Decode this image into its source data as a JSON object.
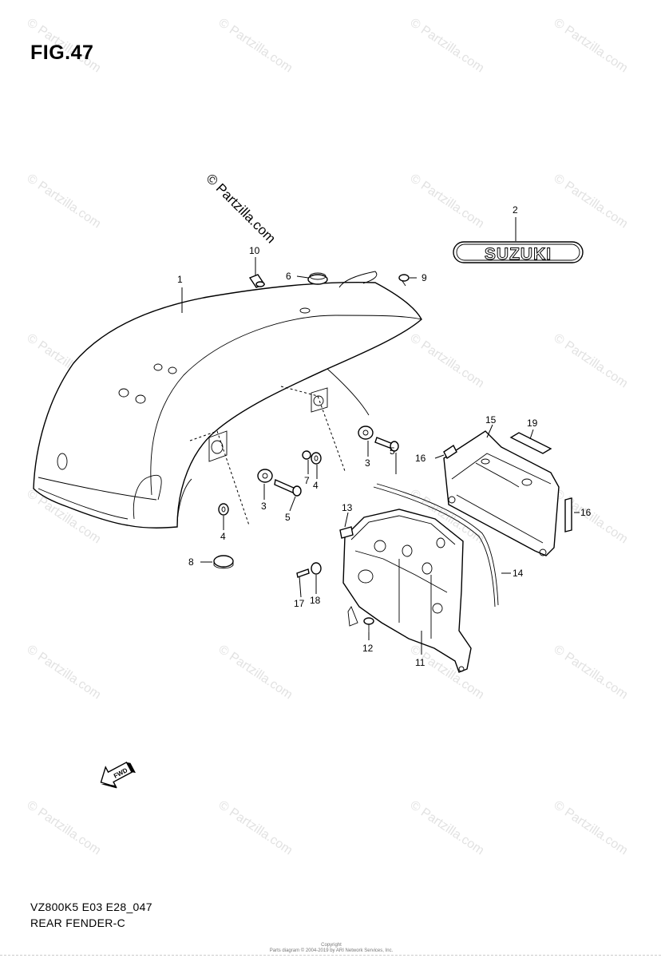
{
  "figure": {
    "title": "FIG.47",
    "model_code": "VZ800K5 E03 E28_047",
    "section_name": "REAR FENDER-C"
  },
  "watermark": {
    "main": "© Partzilla.com",
    "repeat": "© Partzilla.com"
  },
  "emblem_text": "SUZUKI",
  "fwd_label": "FWD",
  "copyright": "Copyright\nParts diagram © 2004-2019 by ARI Network Services, Inc.",
  "callouts": [
    "1",
    "2",
    "3",
    "3",
    "4",
    "4",
    "5",
    "5",
    "6",
    "7",
    "8",
    "9",
    "10",
    "11",
    "12",
    "13",
    "14",
    "15",
    "16",
    "16",
    "17",
    "18",
    "19"
  ]
}
